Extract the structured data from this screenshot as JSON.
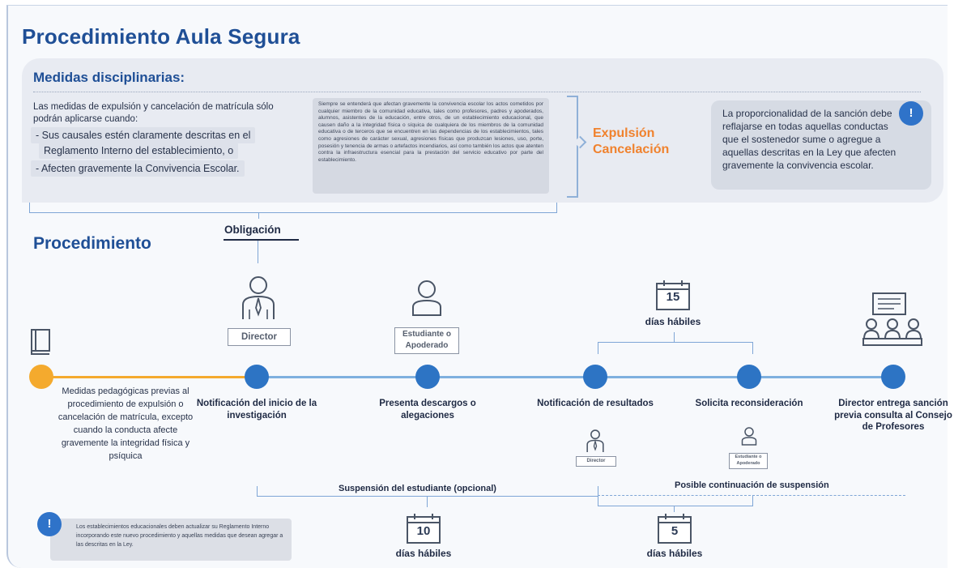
{
  "title": "Procedimiento Aula Segura",
  "medidas": {
    "heading": "Medidas disciplinarias:",
    "intro": "Las medidas de expulsión y cancelación de matrícula sólo podrán aplicarse cuando:",
    "bullet1_a": "- Sus causales estén claramente descritas en el",
    "bullet1_b": "Reglamento Interno del establecimiento, o",
    "bullet2": "- Afecten gravemente la Convivencia Escolar.",
    "definition": "Siempre se entenderá que afectan gravemente la convivencia escolar los actos cometidos por cualquier miembro de la comunidad educativa, tales como profesores, padres y apoderados, alumnos, asistentes de la educación, entre otros, de un establecimiento educacional, que causen daño a la integridad física o síquica de cualquiera de los miembros de la comunidad educativa o de terceros que se encuentren en las dependencias de los establecimientos, tales como agresiones de carácter sexual, agresiones físicas que produzcan lesiones, uso, porte, posesión y tenencia de armas o artefactos incendiarios, así como también los actos que atenten contra la infraestructura esencial para la prestación del servicio educativo por parte del establecimiento.",
    "sanction1": "Expulsión",
    "sanction2": "Cancelación",
    "proportionality": "La proporcionalidad de la sanción debe reflajarse en todas aquellas conductas que el sostenedor sume o agregue a aquellas descritas en la Ley que afecten gravemente la convivencia escolar."
  },
  "procedimiento": {
    "heading": "Procedimiento",
    "obligacion": "Obligación",
    "pre_measures": "Medidas pedagógicas previas al procedimiento de expulsión o cancelación de matrícula, excepto cuando la conducta afecte gravemente la integridad física y psíquica",
    "steps": [
      {
        "label": "Notificación del inicio de la investigación",
        "role": "Director"
      },
      {
        "label": "Presenta descargos o alegaciones",
        "role": "Estudiante o Apoderado"
      },
      {
        "label": "Notificación de resultados",
        "role": "Director"
      },
      {
        "label": "Solicita reconsideración",
        "role": "Estudiante o Apoderado"
      },
      {
        "label": "Director entrega sanción previa consulta al Consejo de Profesores"
      }
    ],
    "days_top": {
      "value": "15",
      "label": "días hábiles"
    },
    "days_bottom_1": {
      "value": "10",
      "label": "días hábiles"
    },
    "days_bottom_2": {
      "value": "5",
      "label": "días hábiles"
    },
    "suspension": "Suspensión del estudiante (opcional)",
    "continuation": "Posible continuación de suspensión",
    "notice": "Los establecimientos educacionales deben actualizar su Reglamento Interno incorporando este nuevo procedimiento y aquellas medidas que desean agregar a las descritas en la Ley."
  },
  "icons": [
    "book-icon",
    "director-icon",
    "student-icon",
    "calendar-icon",
    "council-meeting-icon",
    "warning-icon"
  ],
  "colors": {
    "title_blue": "#1f4f96",
    "node_blue": "#2d74c4",
    "accent_orange": "#f0822e",
    "start_node": "#f4aa2e"
  }
}
